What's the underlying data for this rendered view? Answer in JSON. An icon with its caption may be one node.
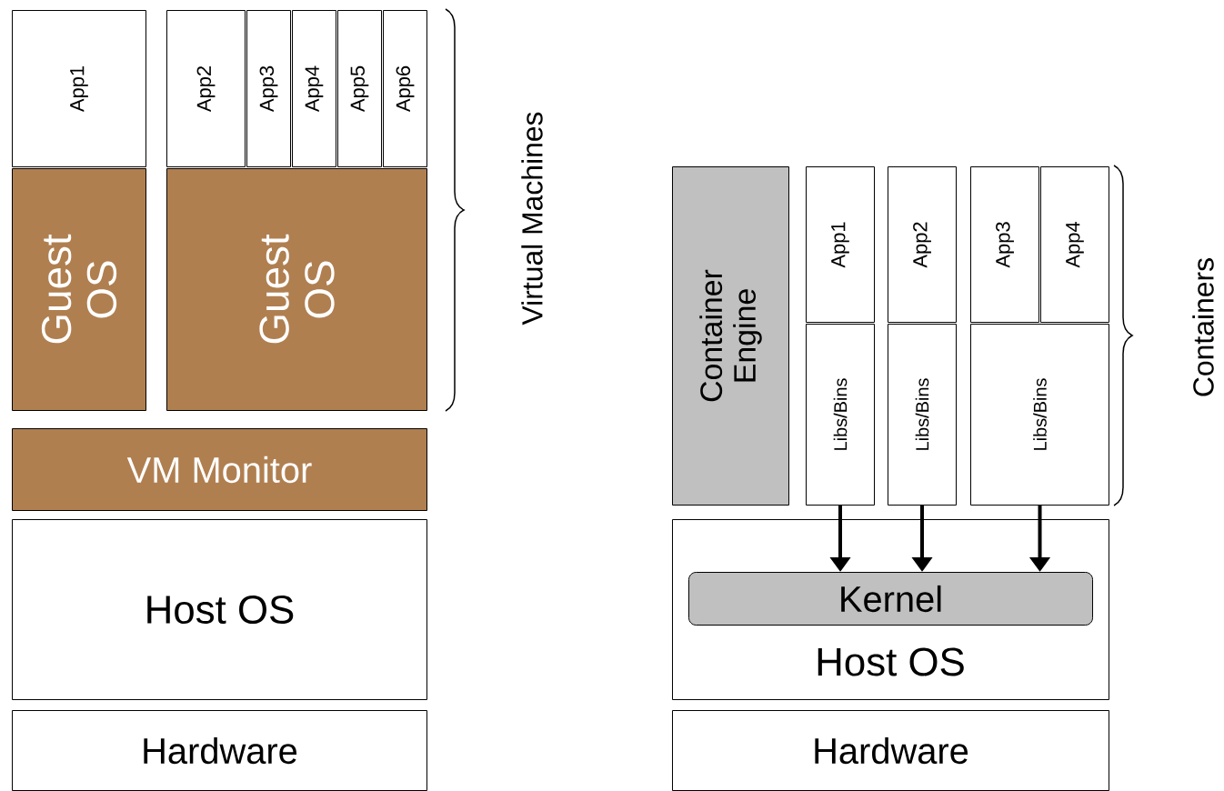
{
  "diagram": {
    "nodes": [
      {
        "text": [
          "App1"
        ]
      },
      {
        "text": [
          "Guest OS"
        ]
      },
      {
        "text": [
          "App2"
        ]
      },
      {
        "text": [
          "App3"
        ]
      },
      {
        "text": [
          "App4"
        ]
      },
      {
        "text": [
          "App5"
        ]
      },
      {
        "text": [
          "App6"
        ]
      },
      {
        "text": [
          "Guest OS"
        ]
      },
      {
        "text": [
          "VM Monitor"
        ]
      },
      {
        "text": [
          "Host OS"
        ]
      },
      {
        "text": [
          "Hardware"
        ]
      },
      {
        "text": [
          "Container Engine"
        ]
      },
      {
        "text": [
          "App1"
        ]
      },
      {
        "text": [
          "Libs/Bins"
        ]
      },
      {
        "text": [
          "App2"
        ]
      },
      {
        "text": [
          "Libs/Bins"
        ]
      },
      {
        "text": [
          "App3"
        ]
      },
      {
        "text": [
          "App4"
        ]
      },
      {
        "text": [
          "Libs/Bins"
        ]
      },
      {
        "text": [
          "Host OS"
        ]
      },
      {
        "text": [
          "Kernel"
        ],
        "in": 19
      },
      {
        "text": [
          "Hardware"
        ]
      }
    ],
    "edges": [
      {
        "from": 13,
        "to": 20,
        "arrow": "to"
      },
      {
        "from": 15,
        "to": 20,
        "arrow": "to"
      },
      {
        "from": 18,
        "to": 20,
        "arrow": "to"
      }
    ],
    "labels": [
      "Virtual Machines",
      "Containers"
    ]
  }
}
